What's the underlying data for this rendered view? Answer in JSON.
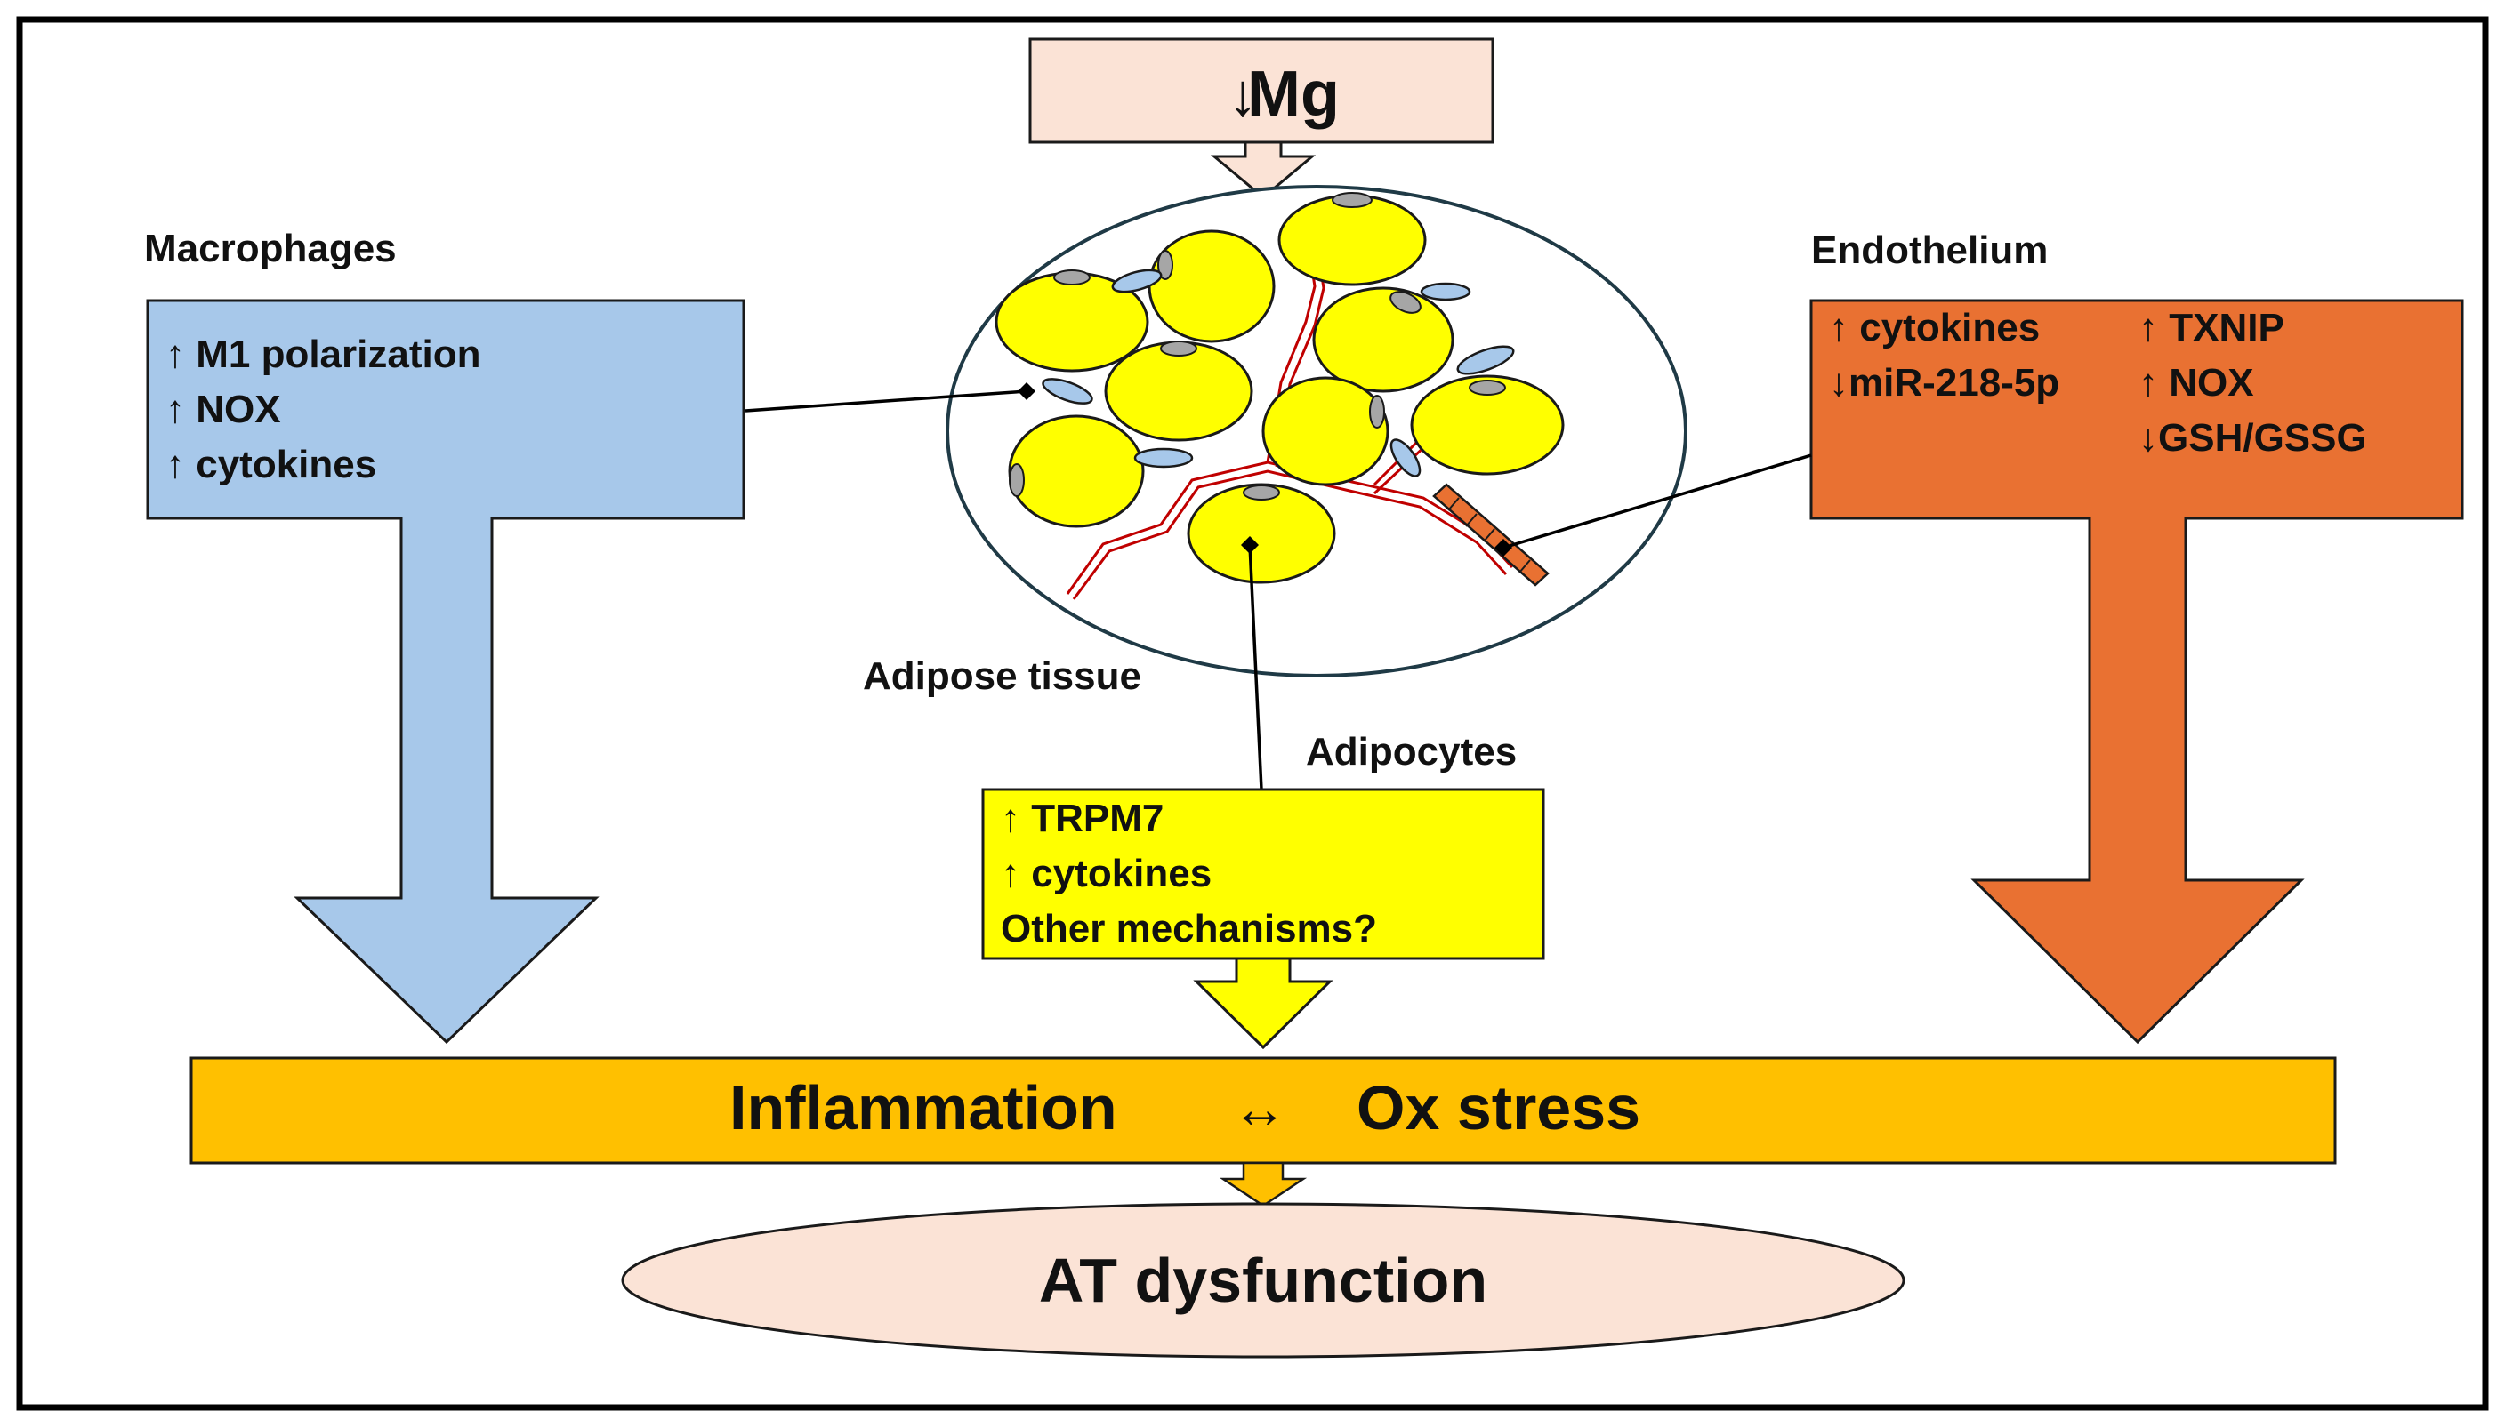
{
  "top_input": {
    "arrow": "↓",
    "label": "Mg"
  },
  "macrophages": {
    "title": "Macrophages",
    "items": [
      "↑ M1 polarization",
      "↑ NOX",
      "↑ cytokines"
    ]
  },
  "endothelium": {
    "title": "Endothelium",
    "items_left": [
      "↑ cytokines",
      "↓miR-218-5p"
    ],
    "items_right": [
      "↑ TXNIP",
      "↑ NOX",
      "↓GSH/GSSG"
    ]
  },
  "adipose_tissue": {
    "label": "Adipose tissue"
  },
  "adipocytes": {
    "title": "Adipocytes",
    "items": [
      "↑ TRPM7",
      "↑ cytokines",
      "Other mechanisms?"
    ]
  },
  "outcome_bar": {
    "left": "Inflammation",
    "symbol": "↔",
    "right": "Ox stress"
  },
  "final": {
    "label": "AT dysfunction"
  },
  "colors": {
    "mg_box": "#fbe3d6",
    "macrophage_blue": "#a7c8ea",
    "endothelium_orange": "#e97132",
    "adipocyte_yellow": "#ffff00",
    "bar_gold": "#ffc000",
    "final_ellipse": "#fbe3d6",
    "vessel_red": "#c00000"
  }
}
